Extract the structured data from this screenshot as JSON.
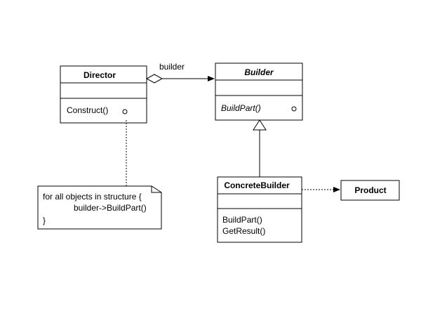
{
  "classes": {
    "director": {
      "name": "Director",
      "operations": [
        "Construct()"
      ]
    },
    "builder": {
      "name": "Builder",
      "operations": [
        "BuildPart()"
      ]
    },
    "concrete_builder": {
      "name": "ConcreteBuilder",
      "operations": [
        "BuildPart()",
        "GetResult()"
      ]
    },
    "product": {
      "name": "Product"
    }
  },
  "association_label": "builder",
  "note": {
    "lines": [
      "for all objects in structure {",
      "builder->BuildPart()",
      "}"
    ]
  }
}
